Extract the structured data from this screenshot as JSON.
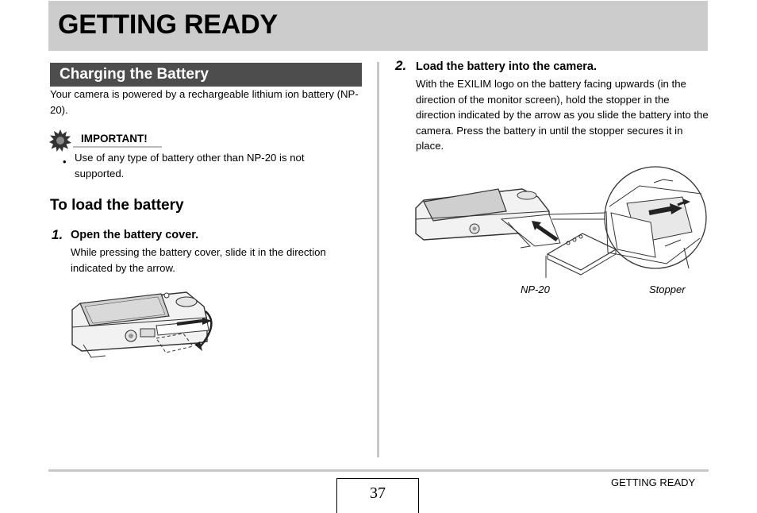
{
  "header": {
    "title": "GETTING READY"
  },
  "section": {
    "title": "Charging the Battery"
  },
  "intro": "Your camera is powered by a rechargeable lithium ion battery (NP-20).",
  "important": {
    "label": "IMPORTANT!",
    "bullet": "Use of any type of battery other than NP-20 is not supported."
  },
  "subheading": "To load the battery",
  "steps": [
    {
      "number": "1.",
      "title": "Open the battery cover.",
      "text": "While pressing the battery cover, slide it in the direction indicated by the arrow."
    },
    {
      "number": "2.",
      "title": "Load the battery into the camera.",
      "text": "With the EXILIM logo on the battery facing upwards (in the direction of the monitor screen), hold the stopper in the direction indicated by the arrow as you slide the battery into the camera. Press the battery in until the stopper secures it in place."
    }
  ],
  "figure2": {
    "battery_label": "NP-20",
    "stopper_label": "Stopper"
  },
  "footer": {
    "page_number": "37",
    "section_label": "GETTING READY"
  },
  "icons": {
    "important": "starburst-icon"
  },
  "colors": {
    "banner": "#cccccc",
    "section_bar": "#4d4d4d",
    "divider": "#c8c8c8"
  }
}
